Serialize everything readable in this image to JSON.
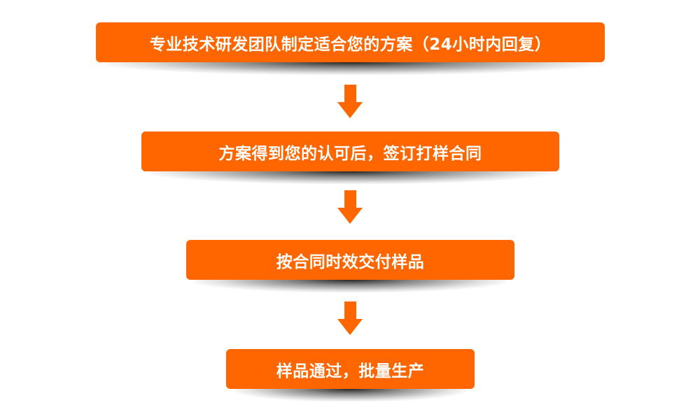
{
  "flow": {
    "accent_color": "#ff6600",
    "steps": [
      {
        "label": "专业技术研发团队制定适合您的方案（24小时内回复）"
      },
      {
        "label": "方案得到您的认可后，签订打样合同"
      },
      {
        "label": "按合同时效交付样品"
      },
      {
        "label": "样品通过，批量生产"
      }
    ],
    "connectors": [
      {
        "icon": "arrow-down-icon"
      },
      {
        "icon": "arrow-down-icon"
      },
      {
        "icon": "arrow-down-icon"
      }
    ]
  }
}
